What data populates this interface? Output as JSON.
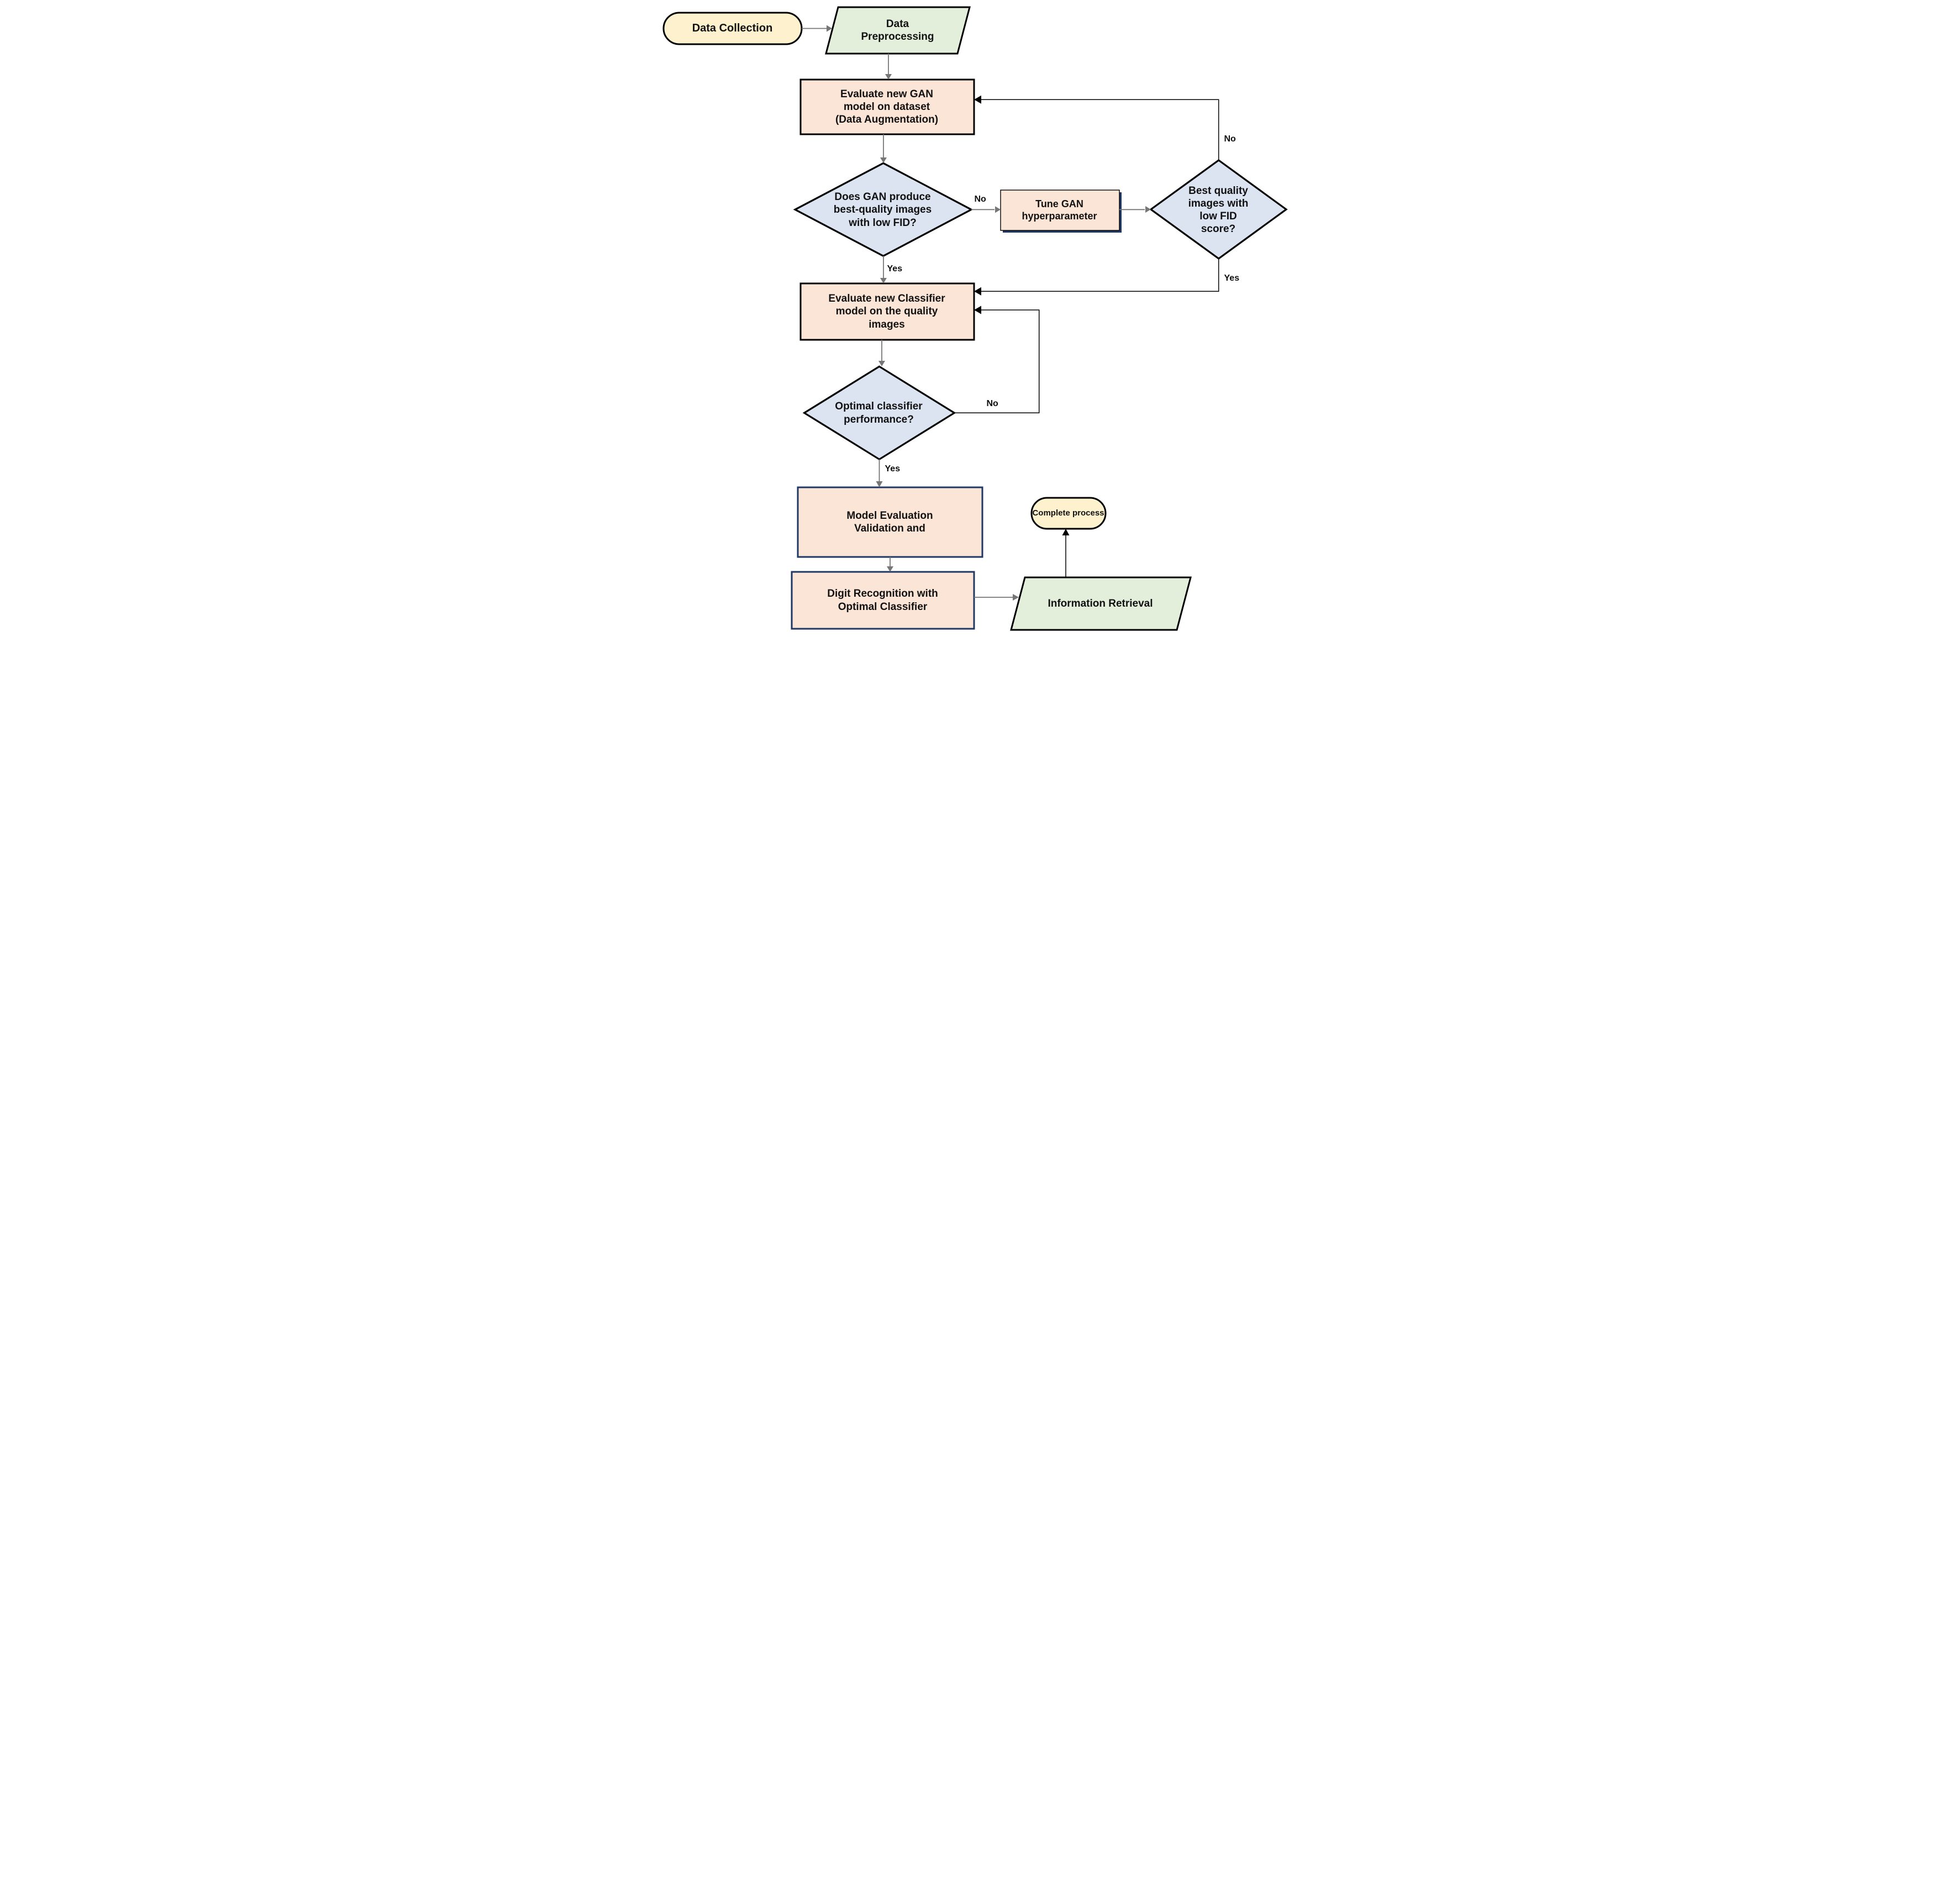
{
  "nodes": {
    "data_collection": {
      "label": "Data Collection",
      "type": "terminator"
    },
    "data_preprocessing": {
      "label": "Data Preprocessing",
      "type": "input-output"
    },
    "evaluate_gan": {
      "label": "Evaluate new GAN model on dataset (Data Augmentation)",
      "type": "process"
    },
    "gan_quality_decision": {
      "label": "Does GAN produce best-quality images with low FID?",
      "type": "decision"
    },
    "tune_gan": {
      "label": "Tune GAN hyperparameter",
      "type": "process"
    },
    "fid_score_decision": {
      "label": "Best quality images with low FID score?",
      "type": "decision"
    },
    "evaluate_classifier": {
      "label": "Evaluate new Classifier model on the quality images",
      "type": "process"
    },
    "classifier_decision": {
      "label": "Optimal classifier performance?",
      "type": "decision"
    },
    "model_evaluation": {
      "label": "Model Evaluation Validation and",
      "type": "process"
    },
    "digit_recognition": {
      "label": "Digit Recognition with Optimal Classifier",
      "type": "process"
    },
    "information_retrieval": {
      "label": "Information Retrieval",
      "type": "input-output"
    },
    "complete_process": {
      "label": "Complete process",
      "type": "terminator"
    }
  },
  "edge_labels": {
    "gan_decision_no": "No",
    "gan_decision_yes": "Yes",
    "fid_decision_no": "No",
    "fid_decision_yes": "Yes",
    "classifier_decision_no": "No",
    "classifier_decision_yes": "Yes"
  },
  "colors": {
    "terminator_fill": "#fdf2cd",
    "io_fill": "#e3efdb",
    "process_fill": "#fbe5d6",
    "decision_fill": "#dce4f2",
    "black_border": "#000000",
    "navy_border": "#1f3864",
    "gray_connector": "#767676",
    "black_connector": "#000000",
    "text_color": "#111111"
  }
}
